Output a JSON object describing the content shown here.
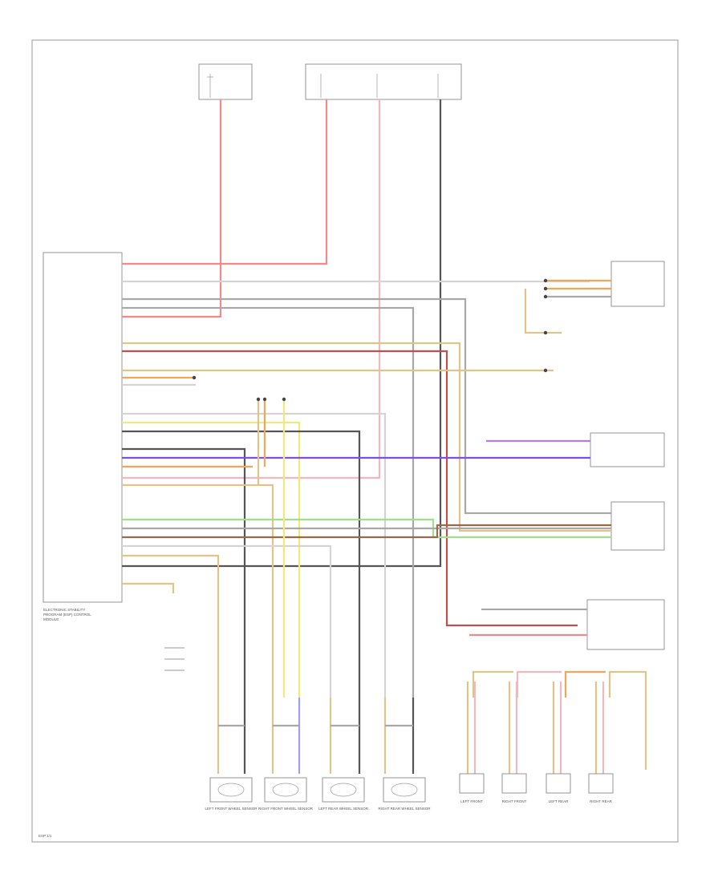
{
  "colors": {
    "red": "#f28a8a",
    "pink": "#f2b8c0",
    "dark_gray": "#555555",
    "gray": "#a8a8a8",
    "light_gray": "#d4d4d4",
    "yellow": "#f2ea78",
    "tan": "#e0c488",
    "orange": "#f2a656",
    "violet": "#b87ae8",
    "purple": "#7a50e8",
    "green": "#9fe08a",
    "brown": "#9a6a44",
    "blue": "#a0a0ee",
    "dark_red": "#c05050"
  },
  "module": {
    "name_lines": [
      "ELECTRONIC STABILITY",
      "PROGRAM (ESP) CONTROL",
      "MODULE"
    ]
  },
  "corner_ref": "ESP 1/1",
  "sensor_labels": [
    "LEFT FRONT WHEEL SENSOR",
    "RIGHT FRONT WHEEL SENSOR",
    "LEFT REAR WHEEL SENSOR",
    "RIGHT REAR WHEEL SENSOR"
  ],
  "vertical_labels": [
    "LEFT FRONT",
    "RIGHT FRONT",
    "LEFT REAR",
    "RIGHT REAR"
  ]
}
